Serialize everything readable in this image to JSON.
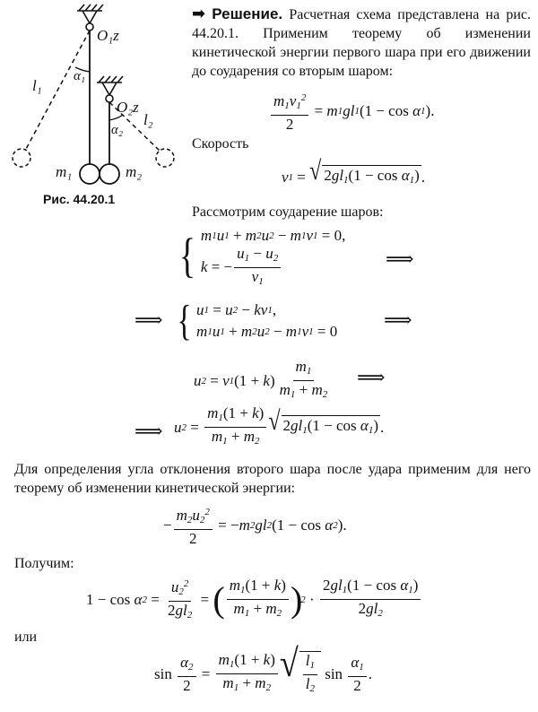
{
  "solution": {
    "heading": "Решение.",
    "intro_text": "Расчетная схема представлена на рис. 44.20.1. Применим теорему об изменении кинетической энергии первого шара при его движении до соударения со вторым шаром:",
    "speed_label": "Скорость",
    "collision_text": "Рассмотрим соударение шаров:",
    "angle_text": "Для определения угла отклонения второго шара после удара применим для него теорему об изменении кинетической энергии:",
    "obtain_label": "Получим:",
    "or_label": "или"
  },
  "figure": {
    "caption": "Рис. 44.20.1",
    "labels": {
      "o1z": "O₁z",
      "o2z": "O₂z",
      "alpha1": "α₁",
      "alpha2": "α₂",
      "l1": "l₁",
      "l2": "l₂",
      "m1": "m₁",
      "m2": "m₂"
    }
  }
}
